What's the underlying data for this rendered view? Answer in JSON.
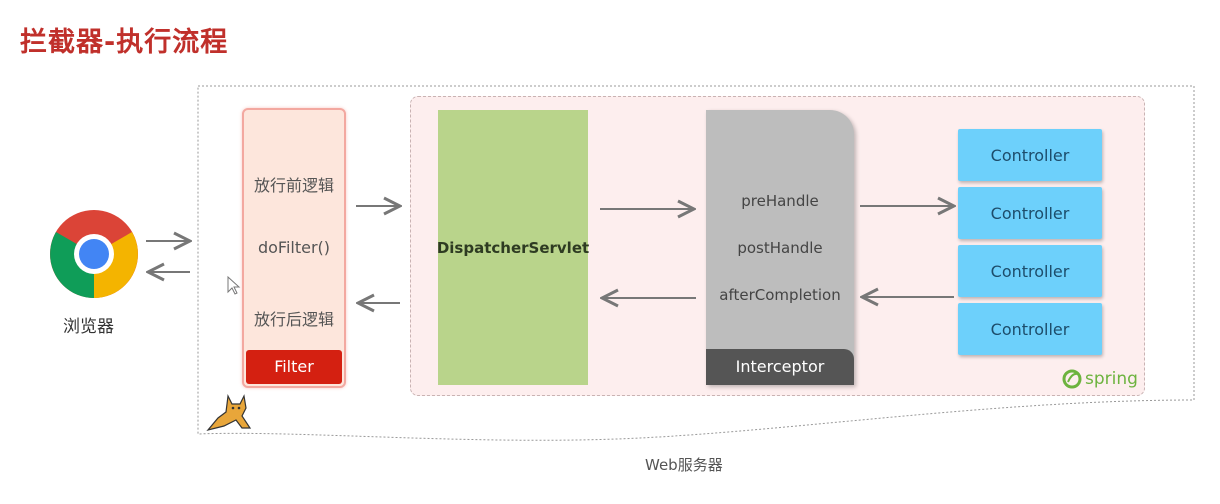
{
  "title": "拦截器-执行流程",
  "browser": {
    "label": "浏览器",
    "icon": "chrome-icon"
  },
  "filter": {
    "before": "放行前逻辑",
    "method": "doFilter()",
    "after": "放行后逻辑",
    "label": "Filter"
  },
  "dispatcher": {
    "label": "DispatcherServlet"
  },
  "interceptor": {
    "methods": [
      "preHandle",
      "postHandle",
      "afterCompletion"
    ],
    "label": "Interceptor"
  },
  "controllers": [
    "Controller",
    "Controller",
    "Controller",
    "Controller"
  ],
  "spring": {
    "label": "spring",
    "icon": "spring-leaf-icon"
  },
  "web_server": {
    "label": "Web服务器",
    "icon": "tomcat-icon"
  },
  "colors": {
    "title": "#c0302b",
    "filter_label": "#d42011",
    "dispatcher": "#b9d48b",
    "interceptor": "#bdbdbd",
    "controller": "#6dd0fb",
    "spring": "#6db33f"
  }
}
